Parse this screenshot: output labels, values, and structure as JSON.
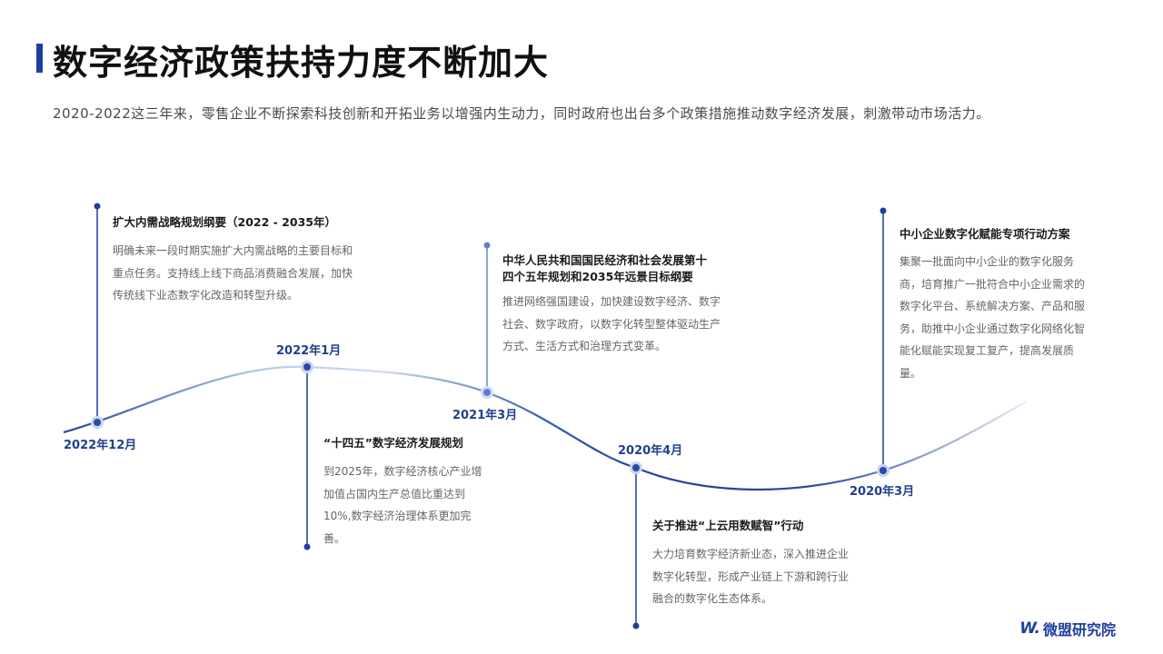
{
  "header": {
    "title": "数字经济政策扶持力度不断加大",
    "intro": "2020-2022这三年来，零售企业不断探索科技创新和开拓业务以增强内生动力，同时政府也出台多个政策措施推动数字经济发展，刺激带动市场活力。"
  },
  "events": [
    {
      "date": "2022年12月",
      "title": "扩大内需战略规划纲要（2022 - 2035年）",
      "desc": "明确未来一段时期实施扩大内需战略的主要目标和重点任务。支持线上线下商品消费融合发展，加快传统线下业态数字化改造和转型升级。"
    },
    {
      "date": "2022年1月",
      "title": "“十四五”数字经济发展规划",
      "desc": "到2025年，数字经济核心产业增加值占国内生产总值比重达到10%,数字经济治理体系更加完善。"
    },
    {
      "date": "2021年3月",
      "title": "中华人民共和国国民经济和社会发展第十四个五年规划和2035年远景目标纲要",
      "desc": "推进网络强国建设，加快建设数字经济、数字社会、数字政府，以数字化转型整体驱动生产方式、生活方式和治理方式变革。"
    },
    {
      "date": "2020年4月",
      "title": "关于推进“上云用数赋智”行动",
      "desc": "大力培育数字经济新业态，深入推进企业数字化转型，形成产业链上下游和跨行业融合的数字化生态体系。"
    },
    {
      "date": "2020年3月",
      "title": "中小企业数字化赋能专项行动方案",
      "desc": "集聚一批面向中小企业的数字化服务商，培育推广一批符合中小企业需求的数字化平台、系统解决方案、产品和服务，助推中小企业通过数字化网络化智能化赋能实现复工复产，提高发展质量。"
    }
  ],
  "footer": {
    "brand_icon": "W.",
    "brand_name": "微盟研究院"
  },
  "colors": {
    "accent": "#1f3f9e",
    "date_text": "#21408f",
    "curve_light": "#c9d8f3"
  }
}
